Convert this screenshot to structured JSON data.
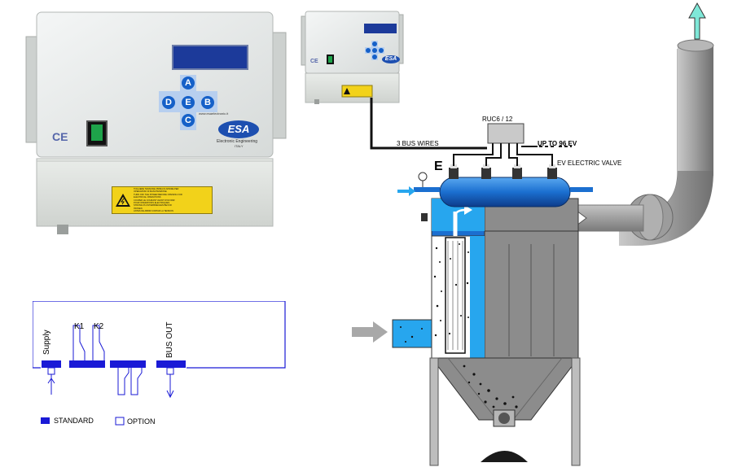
{
  "controller": {
    "display_text": "",
    "keypad": {
      "up": "A",
      "left": "D",
      "center": "E",
      "right": "B",
      "down": "C"
    },
    "brand": "ESA",
    "brand_tagline": "Electronic Engineering",
    "brand_country": "ITALY",
    "website": "www.esaelectronic.it",
    "ce_mark": "CE",
    "warning_lines": [
      "TOGLIERE TENSIONE PRIMA DI APRIRE PER",
      "OPERAZIONI DI MANUTENZIONE",
      "TURN OFF THE POWER BEFORE OPENING FOR",
      "ELECTRICAL OPERATIONS",
      "COUPER LE COURANT AVANT D'OUVRIR",
      "POUR OPERATIONS ELECTRIQUES",
      "STROMLOS UNTERBRECHEN BEVOR",
      "ÖFFNEN",
      "ANTES DE ABRIR CORTAR LA TENSION"
    ]
  },
  "small_controller": {
    "brand": "ESA",
    "ce_mark": "CE"
  },
  "schematic": {
    "labels": {
      "supply": "Supply",
      "k1": "K1",
      "k2": "K2",
      "bus_out": "BUS OUT"
    },
    "legend": {
      "standard": "STANDARD",
      "option": "OPTION"
    }
  },
  "system": {
    "module_label": "RUC6 / 12",
    "bus_wires_label": "3 BUS WIRES",
    "up_to_label": "UP TO 96 EV",
    "ev_label": "EV ELECTRIC VALVE",
    "tank_label": "E"
  },
  "colors": {
    "tank_blue": "#1b6fd0",
    "clean_blue": "#27a6ee",
    "body_gray": "#8c8c8c",
    "schematic_blue": "#1a1ad6",
    "arrow_teal": "#7fe8d8"
  }
}
